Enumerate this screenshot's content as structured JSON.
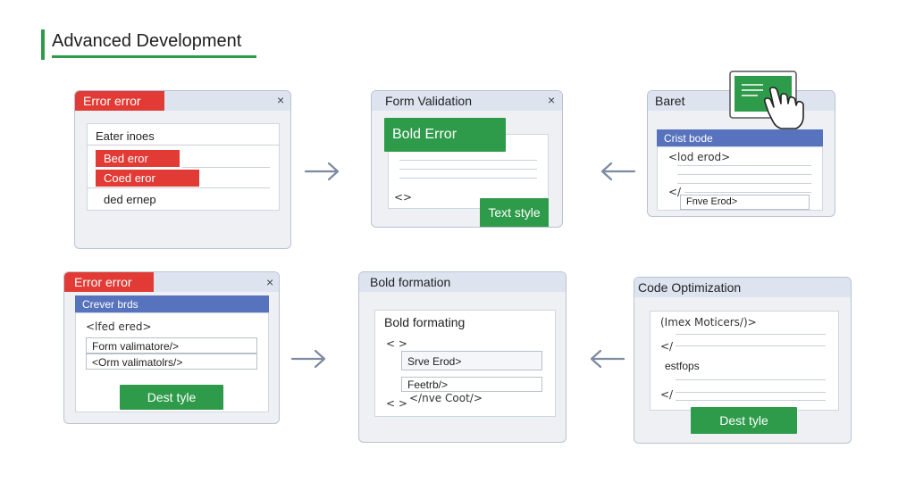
{
  "title": "Advanced Development",
  "panels": {
    "p1": {
      "tab": "Error error",
      "header": "Eater inoes",
      "chip1": "Bed eror",
      "chip2": "Coed eror",
      "line": "ded ernep",
      "close": "×"
    },
    "p2": {
      "title": "Form Validation",
      "close": "×",
      "bold_error": "Bold Error",
      "code": "<>",
      "button": "Text style"
    },
    "p3": {
      "title": "Baret",
      "bar": "Crist bode",
      "code1": "<lod erod>",
      "code2": "</",
      "input": "Fnve Erod>"
    },
    "p4": {
      "tab": "Error error",
      "close": "×",
      "bar": "Crever brds",
      "code1": "<lfed ered>",
      "field1": "Form valimatore/>",
      "field2": "<Orm valimatolrs/>",
      "button": "Dest tyle"
    },
    "p5": {
      "title": "Bold formation",
      "subtitle": "Bold formating",
      "code1": "< >",
      "field1": "Srve Erod>",
      "field2": "Feetrb/>",
      "code2": "< >",
      "code3": "</nve Coot/>"
    },
    "p6": {
      "title": "Code Optimization",
      "code1": "(Imex Moticers/)>",
      "code2": "</",
      "text": "estfops",
      "code3": "</",
      "button": "Dest tyle"
    }
  },
  "colors": {
    "accent_green": "#2e9b4a",
    "error_red": "#e23b35",
    "bar_blue": "#5873bd"
  },
  "icons": [
    "arrow-right-icon",
    "arrow-left-icon",
    "close-icon",
    "hand-pointer-icon",
    "monitor-icon"
  ]
}
